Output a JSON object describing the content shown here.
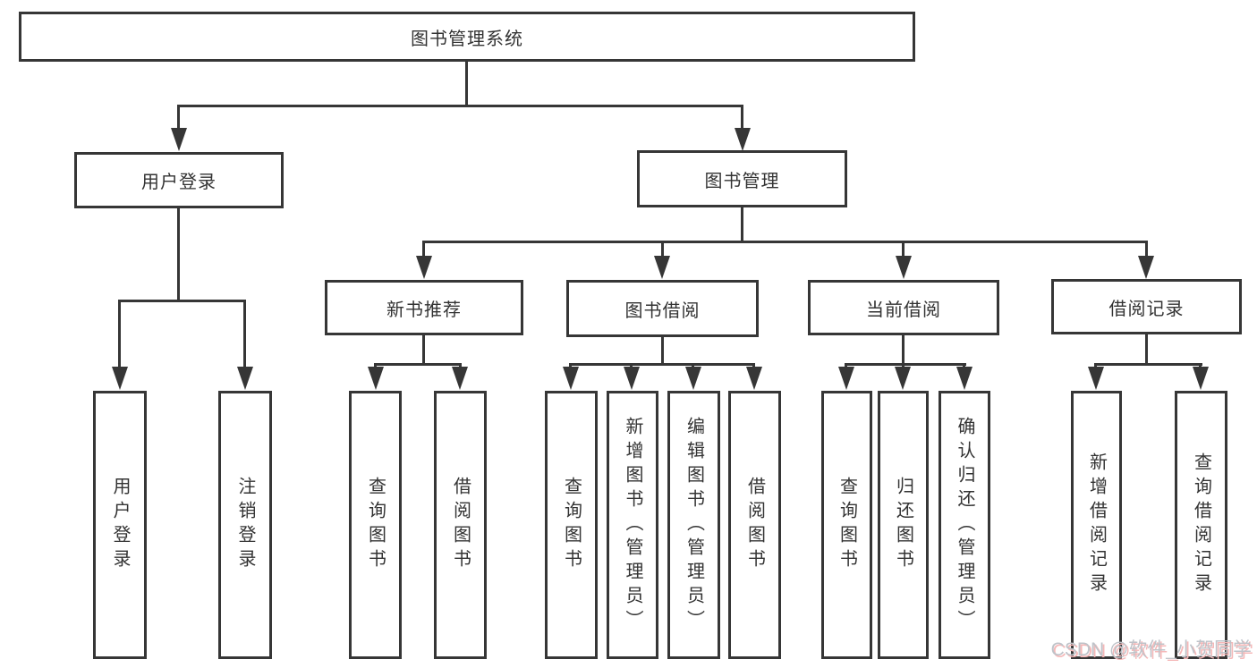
{
  "tree": {
    "root": {
      "label": "图书管理系统"
    },
    "children": [
      {
        "label": "用户登录",
        "children": [
          {
            "label": "用户登录"
          },
          {
            "label": "注销登录"
          }
        ]
      },
      {
        "label": "图书管理",
        "children": [
          {
            "label": "新书推荐",
            "children": [
              {
                "label": "查询图书"
              },
              {
                "label": "借阅图书"
              }
            ]
          },
          {
            "label": "图书借阅",
            "children": [
              {
                "label": "查询图书"
              },
              {
                "label": "新增图书（管理员）"
              },
              {
                "label": "编辑图书（管理员）"
              },
              {
                "label": "借阅图书"
              }
            ]
          },
          {
            "label": "当前借阅",
            "children": [
              {
                "label": "查询图书"
              },
              {
                "label": "归还图书"
              },
              {
                "label": "确认归还（管理员）"
              }
            ]
          },
          {
            "label": "借阅记录",
            "children": [
              {
                "label": "新增借阅记录"
              },
              {
                "label": "查询借阅记录"
              }
            ]
          }
        ]
      }
    ]
  },
  "watermark": {
    "text": "CSDN @软件_小贺同学"
  },
  "colors": {
    "line": "#363636",
    "box_border": "#363636",
    "box_background": "#ffffff",
    "text": "#333333",
    "watermark_text": "#bfc3c9",
    "watermark_shadow": "#f5b8b8",
    "page_background": "#ffffff"
  }
}
